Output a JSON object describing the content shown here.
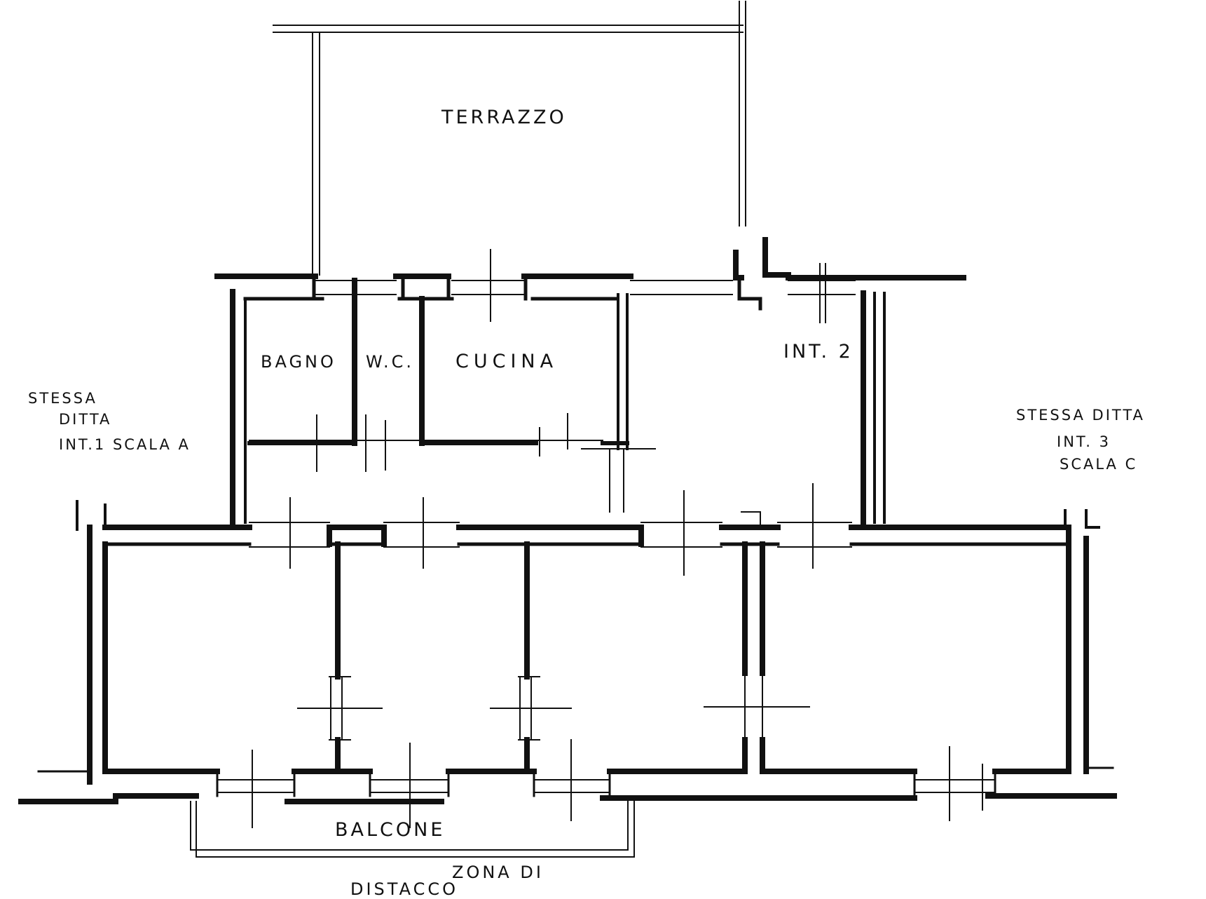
{
  "labels": {
    "terrazzo": "TERRAZZO",
    "bagno": "BAGNO",
    "wc": "W.C.",
    "cucina": "CUCINA",
    "int2": "INT. 2",
    "left_note": [
      "STESSA",
      "DITTA",
      "INT.1 SCALA A"
    ],
    "right_note": [
      "STESSA DITTA",
      "INT. 3",
      "SCALA C"
    ],
    "balcone": "BALCONE",
    "zona": [
      "ZONA DI",
      "DISTACCO"
    ]
  }
}
